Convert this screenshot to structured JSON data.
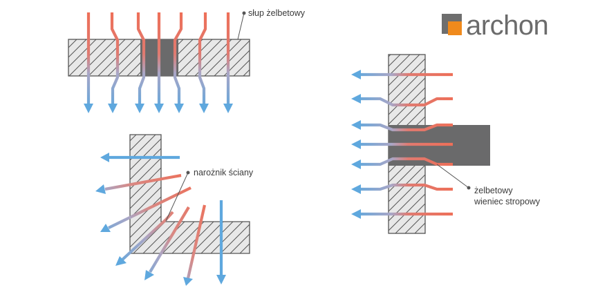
{
  "labels": {
    "column": "słup żelbetowy",
    "corner": "narożnik ściany",
    "ring_beam_line1": "żelbetowy",
    "ring_beam_line2": "wieniec stropowy"
  },
  "logo": {
    "text": "archon",
    "text_color": "#6b6b6b",
    "mark_colors": [
      "#6e6e6e",
      "#f08a1c"
    ]
  },
  "colors": {
    "warm": "#ee6f58",
    "cold": "#5fa8de",
    "concrete": "#6a6a6b",
    "wall_fill": "#e8e8e8",
    "outline": "#555555",
    "hatch": "#555555",
    "leader": "#555555"
  }
}
